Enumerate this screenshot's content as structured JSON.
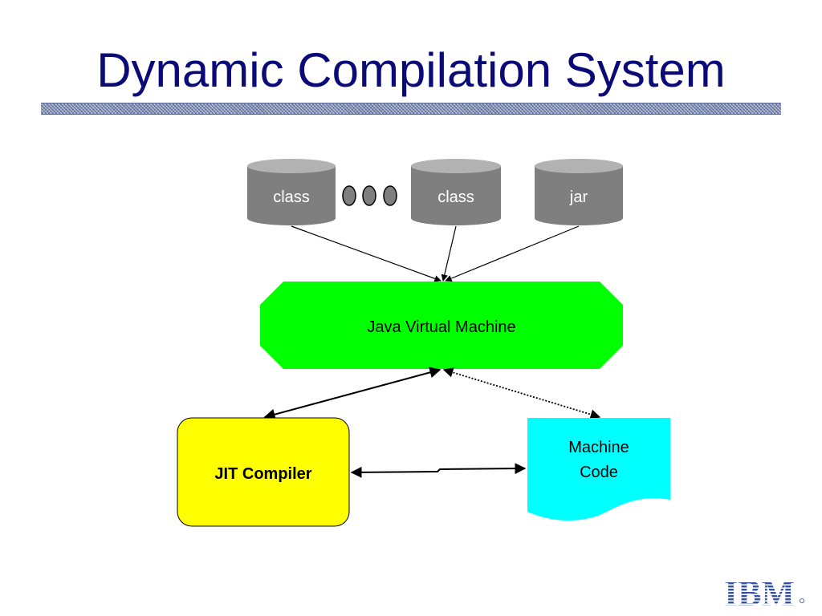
{
  "title": "Dynamic Compilation System",
  "diagram": {
    "sources": [
      {
        "label": "class"
      },
      {
        "label": "class"
      },
      {
        "label": "jar"
      }
    ],
    "vm": {
      "label": "Java Virtual Machine"
    },
    "jit": {
      "label": "JIT Compiler"
    },
    "machine_code": {
      "line1": "Machine",
      "line2": "Code"
    }
  },
  "colors": {
    "title": "#0b0b78",
    "cylinder_body": "#7f7f7f",
    "cylinder_top": "#b2b2b2",
    "vm_fill": "#00ff00",
    "jit_fill": "#ffff00",
    "machine_code_fill": "#00ffff"
  },
  "logo": {
    "text": "IBM"
  }
}
